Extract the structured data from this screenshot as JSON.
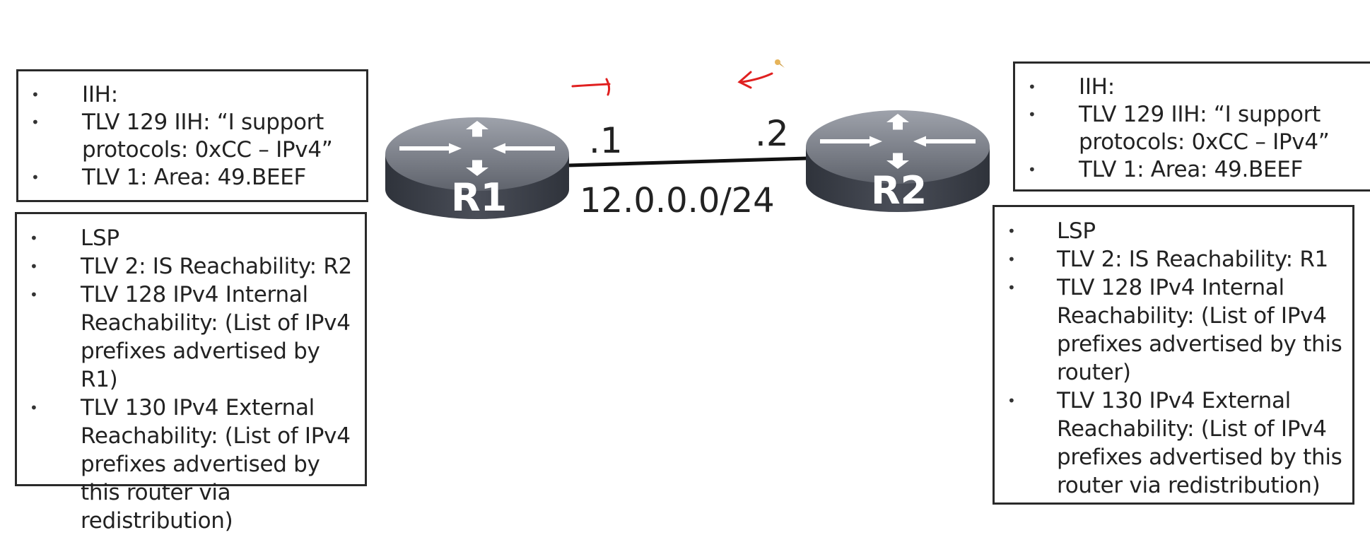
{
  "routers": {
    "r1": {
      "label": "R1"
    },
    "r2": {
      "label": "R2"
    }
  },
  "link": {
    "r1_interface": ".1",
    "r2_interface": ".2",
    "subnet": "12.0.0.0/24"
  },
  "r1_iih_box": {
    "items": [
      "IIH:",
      "TLV 129 IIH:  “I support protocols: 0xCC – IPv4”",
      "TLV 1: Area: 49.BEEF"
    ]
  },
  "r1_lsp_box": {
    "items": [
      "LSP",
      "TLV 2: IS Reachability: R2",
      "TLV 128 IPv4 Internal Reachability: (List of IPv4 prefixes advertised by R1)",
      "TLV 130 IPv4 External Reachability: (List of IPv4 prefixes advertised by this router via redistribution)"
    ]
  },
  "r2_iih_box": {
    "items": [
      "IIH:",
      "TLV 129 IIH:  “I support protocols: 0xCC – IPv4”",
      "TLV 1: Area: 49.BEEF"
    ]
  },
  "r2_lsp_box": {
    "items": [
      "LSP",
      "TLV 2: IS Reachability: R1",
      "TLV 128 IPv4 Internal Reachability: (List of IPv4 prefixes advertised by this router)",
      "TLV 130 IPv4 External Reachability: (List of IPv4 prefixes advertised by this router via redistribution)"
    ]
  },
  "colors": {
    "annotation": "#e02020",
    "router_top": "#7b7f88",
    "router_side": "#3d414b"
  }
}
